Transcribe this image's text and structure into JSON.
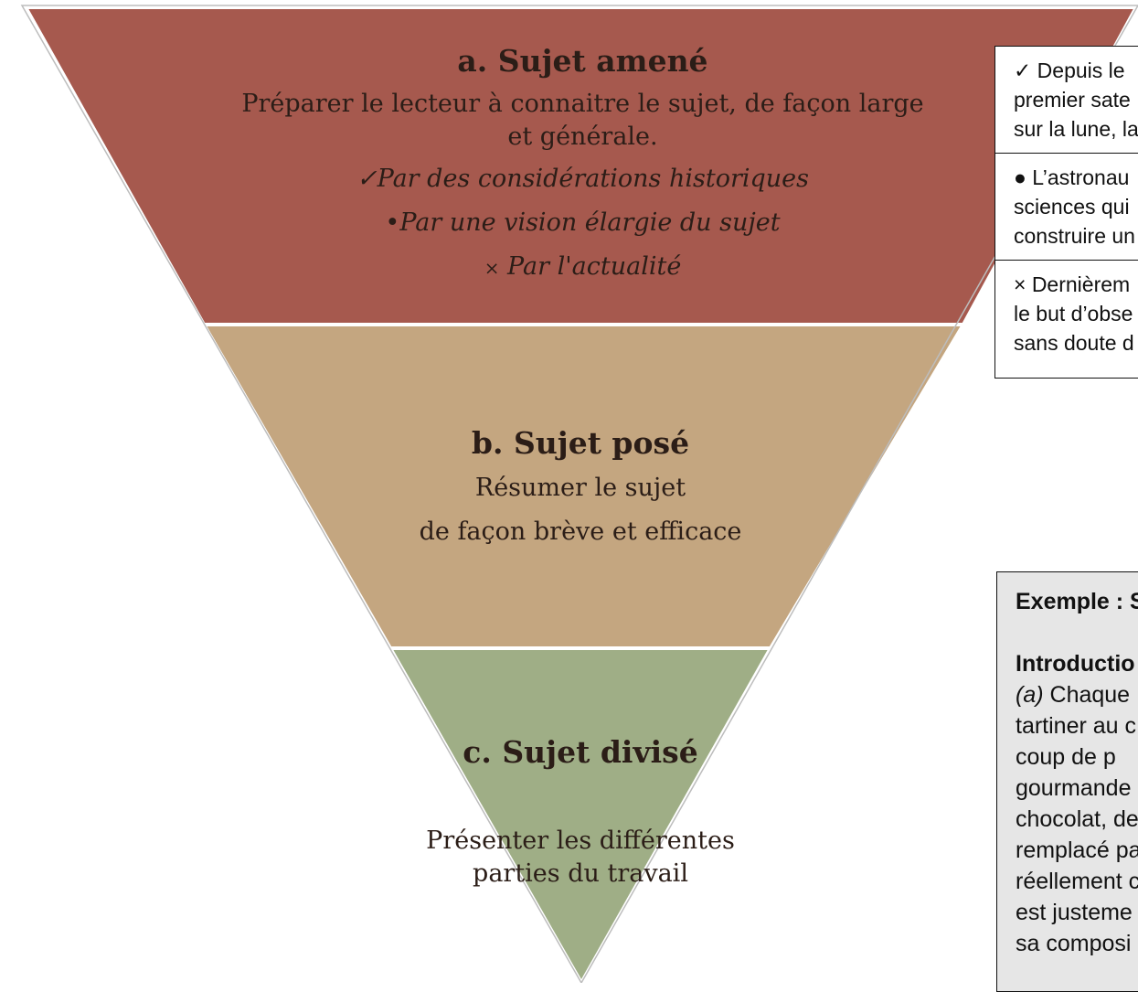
{
  "colors": {
    "level_a": "#a6594e",
    "level_b": "#c4a680",
    "level_c": "#9fae86",
    "border": "#ffffff",
    "example_bg": "#e6e6e6"
  },
  "level_a": {
    "heading": "a. Sujet amené",
    "desc_line1": "Préparer le lecteur à connaitre le sujet, de façon large",
    "desc_line2": "et générale.",
    "items": [
      {
        "bullet": "✓",
        "text": "Par des considérations historiques"
      },
      {
        "bullet": "•",
        "text": "Par une vision élargie du sujet"
      },
      {
        "bullet": "×",
        "text": "Par l'actualité"
      }
    ]
  },
  "level_b": {
    "heading": "b. Sujet posé",
    "desc_line1": "Résumer le sujet",
    "desc_line2": "de façon brève et efficace"
  },
  "level_c": {
    "heading": "c. Sujet divisé",
    "desc_line1": "Présenter les différentes",
    "desc_line2": "parties du travail"
  },
  "side_box": {
    "rows": [
      [
        "✓ Depuis le",
        "premier sate",
        "sur la lune, la"
      ],
      [
        "● L’astronau",
        "sciences qui",
        "construire un"
      ],
      [
        "× Dernièrem",
        "le but d’obse",
        "sans doute d"
      ]
    ]
  },
  "example_box": {
    "title": "Exemple : S",
    "subtitle": "Introductio",
    "marker": "(a)",
    "first_line_rest": " Chaque",
    "lines": [
      "tartiner au c",
      "coup de p",
      "gourmande",
      "chocolat, de",
      "remplacé pa",
      "réellement c",
      "est justeme",
      "sa composi"
    ]
  }
}
